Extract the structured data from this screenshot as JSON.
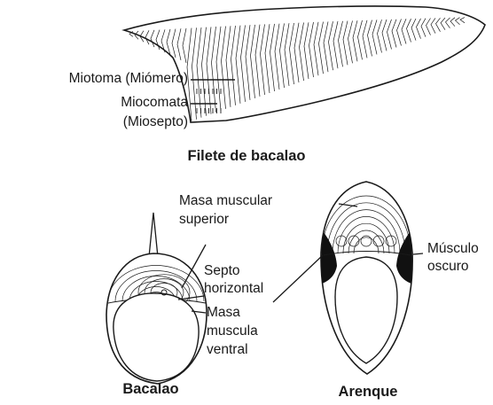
{
  "figure": {
    "labels": {
      "miotoma": "Miotoma (Miómero)",
      "miocomata_1": "Miocomata",
      "miocomata_2": "(Miosepto)",
      "filete_title": "Filete de bacalao",
      "masa_sup_1": "Masa muscular",
      "masa_sup_2": "superior",
      "septo_1": "Septo",
      "septo_2": "horizontal",
      "masa_ventral_1": "Masa",
      "masa_ventral_2": "muscula",
      "masa_ventral_3": "ventral",
      "musculo_oscuro_1": "Músculo",
      "musculo_oscuro_2": "oscuro",
      "bacalao_title": "Bacalao",
      "arenque_title": "Arenque"
    },
    "colors": {
      "ink": "#1a1a1a",
      "dark_muscle": "#111111",
      "background": "#ffffff"
    }
  }
}
